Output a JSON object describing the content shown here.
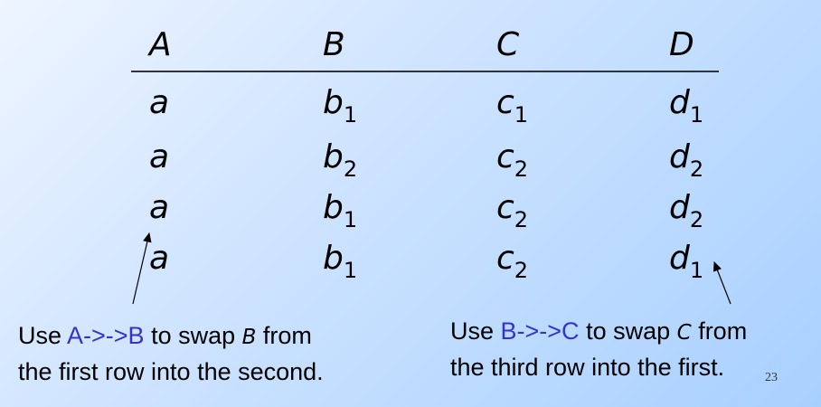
{
  "table": {
    "headers": [
      "A",
      "B",
      "C",
      "D"
    ],
    "rows": [
      [
        {
          "v": "a",
          "s": ""
        },
        {
          "v": "b",
          "s": "1"
        },
        {
          "v": "c",
          "s": "1"
        },
        {
          "v": "d",
          "s": "1"
        }
      ],
      [
        {
          "v": "a",
          "s": ""
        },
        {
          "v": "b",
          "s": "2"
        },
        {
          "v": "c",
          "s": "2"
        },
        {
          "v": "d",
          "s": "2"
        }
      ],
      [
        {
          "v": "a",
          "s": ""
        },
        {
          "v": "b",
          "s": "1"
        },
        {
          "v": "c",
          "s": "2"
        },
        {
          "v": "d",
          "s": "2"
        }
      ],
      [
        {
          "v": "a",
          "s": ""
        },
        {
          "v": "b",
          "s": "1"
        },
        {
          "v": "c",
          "s": "2"
        },
        {
          "v": "d",
          "s": "1"
        }
      ]
    ]
  },
  "left_note": {
    "use": "Use ",
    "cmd": "A->->B",
    "mid": " to swap ",
    "var": "B",
    "end": " from",
    "line2": "the first row into the second."
  },
  "right_note": {
    "use": "Use ",
    "cmd": "B->->C",
    "mid": " to swap ",
    "var": "C",
    "end": " from",
    "line2": "the third row into the first."
  },
  "page_number": "23"
}
